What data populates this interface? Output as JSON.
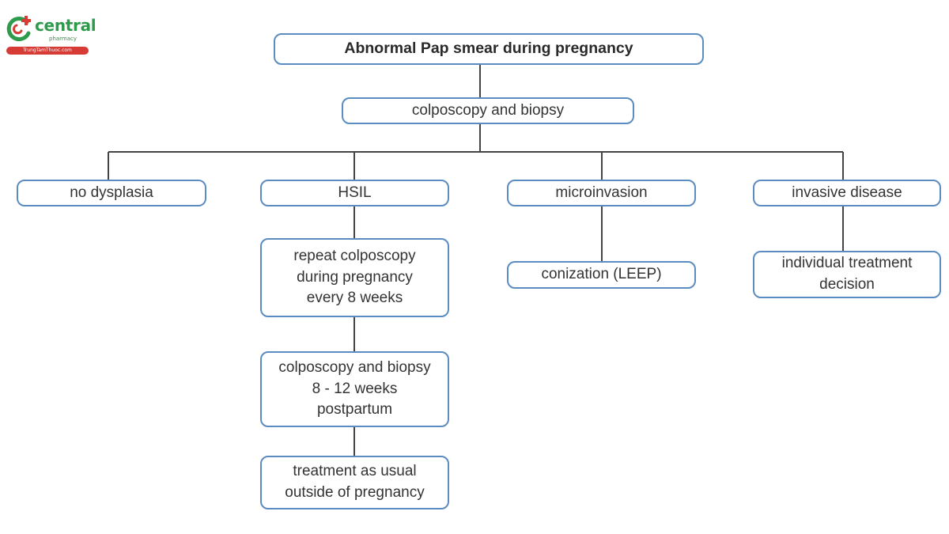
{
  "logo": {
    "brand": "central",
    "sub": "pharmacy",
    "url": "TrungTamThuoc.com",
    "colors": {
      "green": "#2e9a4b",
      "red": "#d63b36"
    }
  },
  "diagram": {
    "root": "Abnormal Pap smear during pregnancy",
    "level1": "colposcopy and biopsy",
    "branches": {
      "no_dysplasia": "no dysplasia",
      "hsil": "HSIL",
      "microinvasion": "microinvasion",
      "invasive": "invasive disease"
    },
    "hsil_steps": [
      "repeat colposcopy\nduring pregnancy\nevery 8 weeks",
      "colposcopy and biopsy\n8 - 12 weeks\npostpartum",
      "treatment as usual\noutside of pregnancy"
    ],
    "microinvasion_step": "conization (LEEP)",
    "invasive_step": "individual treatment\ndecision"
  },
  "colors": {
    "box_border": "#5b8cc0",
    "connector": "#444444",
    "text": "#333333"
  }
}
